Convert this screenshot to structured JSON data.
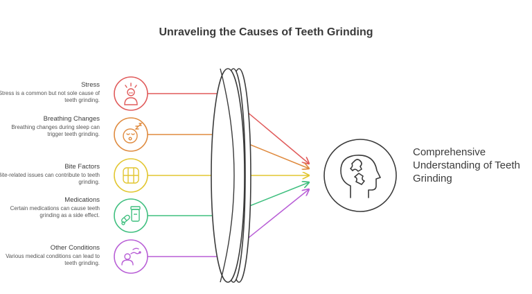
{
  "title": "Unraveling the Causes of Teeth Grinding",
  "causes": [
    {
      "title": "Stress",
      "desc": "Stress is a common but not sole cause of teeth grinding.",
      "color": "#e05a5a",
      "icon": "stressed-person-icon"
    },
    {
      "title": "Breathing Changes",
      "desc": "Breathing changes during sleep can trigger teeth grinding.",
      "color": "#df8a3e",
      "icon": "sleeping-face-icon"
    },
    {
      "title": "Bite Factors",
      "desc": "Bite-related issues can contribute to teeth grinding.",
      "color": "#e2c630",
      "icon": "teeth-icon"
    },
    {
      "title": "Medications",
      "desc": "Certain medications can cause teeth grinding as a side effect.",
      "color": "#3fbf7f",
      "icon": "pills-icon"
    },
    {
      "title": "Other Conditions",
      "desc": "Various medical conditions can lead to teeth grinding.",
      "color": "#b85ed6",
      "icon": "person-with-path-icon"
    }
  ],
  "result": {
    "label": "Comprehensive Understanding of Teeth Grinding",
    "icon": "head-puzzle-icon",
    "color": "#3a3a3a"
  }
}
